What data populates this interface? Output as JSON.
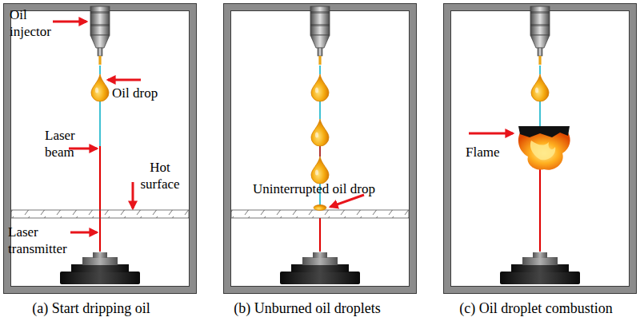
{
  "diagram": {
    "nodes": [
      {
        "text": [
          "(a) Start dripping oil"
        ]
      },
      {
        "text": [
          "(b) Unburned oil droplets"
        ]
      },
      {
        "text": [
          "(c) Oil droplet combustion"
        ]
      }
    ],
    "labels": [
      "Oil injector",
      "Oil drop",
      "Laser beam",
      "Hot surface",
      "Laser transmitter",
      "Uninterrupted oil drop",
      "Flame"
    ]
  }
}
